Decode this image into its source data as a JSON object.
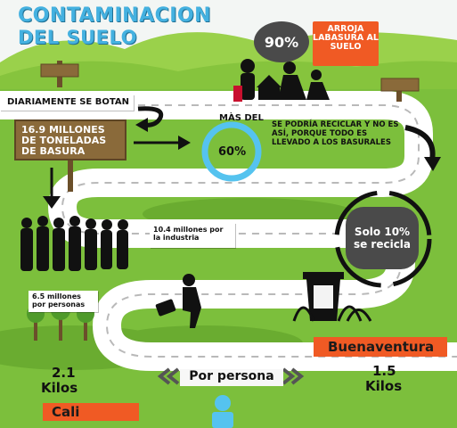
{
  "title": {
    "line1": "CONTAMINACION",
    "line2": "DEL SUELO"
  },
  "badges": {
    "ninety": "90%",
    "arroja": "ARROJA LABASURA AL SUELO",
    "sixty_label": "MÀS DEL",
    "sixty": "60%",
    "solo10": "Solo 10% se recicla"
  },
  "texts": {
    "diariamente": "DIARIAMENTE SE BOTAN",
    "tons": "16.9 MILLONES DE TONELADAS DE BASURA",
    "reciclar": "SE PODRÍA RECICLAR Y NO ES ASÍ, PORQUE TODO ES LLEVADO A LOS BASURALES",
    "industria": "10.4 millones por la industria",
    "personas": "6.5 millones por personas"
  },
  "comparison": {
    "cali_value": "2.1",
    "cali_unit": "Kilos",
    "cali_city": "Cali",
    "buena_value": "1.5",
    "buena_unit": "Kilos",
    "buena_city": "Buenaventura",
    "por_persona": "Por persona"
  },
  "colors": {
    "grass": "#7cbf3c",
    "road": "#ffffff",
    "wood": "#8a6a3a",
    "dark_badge": "#4a4a4a",
    "orange": "#f05a24",
    "title_blue": "#44b1e0",
    "ring_blue": "#55c3ef"
  }
}
